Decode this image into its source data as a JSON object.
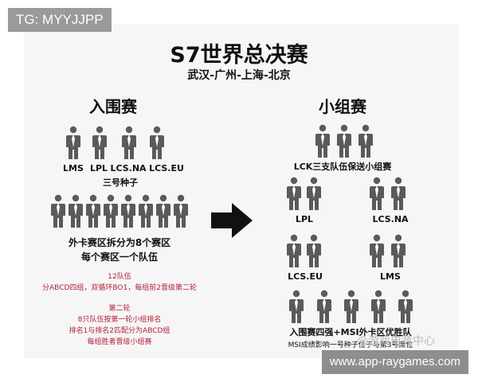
{
  "overlay": {
    "top_tag": "TG: MYYJJPP",
    "bottom_url": "www.app-raygames.com"
  },
  "poster": {
    "title": "S7世界总决赛",
    "subtitle": "武汉-广州-上海-北京",
    "left": {
      "heading": "入围赛",
      "seeds": [
        "LMS",
        "LPL",
        "LCS.NA",
        "LCS.EU"
      ],
      "seed_caption": "三号种子",
      "wildcard_line1": "外卡赛区拆分为8个赛区",
      "wildcard_line2": "每个赛区一个队伍",
      "red_block1": [
        "12队伍",
        "分ABCD四组，双循环BO1，每组前2晋级第二轮"
      ],
      "red_block2": [
        "第二轮",
        "8只队伍按第一轮小组排名",
        "排名1与排名2匹配分为ABCD组",
        "每组胜者晋级小组赛"
      ]
    },
    "right": {
      "heading": "小组赛",
      "lck_caption": "LCK三支队伍保送小组赛",
      "regions": [
        "LPL",
        "LCS.NA",
        "LCS.EU",
        "LMS"
      ],
      "bottom_line1": "入围赛四强+MSI外卡区优胜队",
      "bottom_line2": "MSI成绩影响一号种子位子与第3号席位"
    },
    "watermark": "@游戏电竞中心"
  },
  "colors": {
    "person": "#5a5a5a",
    "arrow": "#111111",
    "red_text": "#b2203a"
  }
}
